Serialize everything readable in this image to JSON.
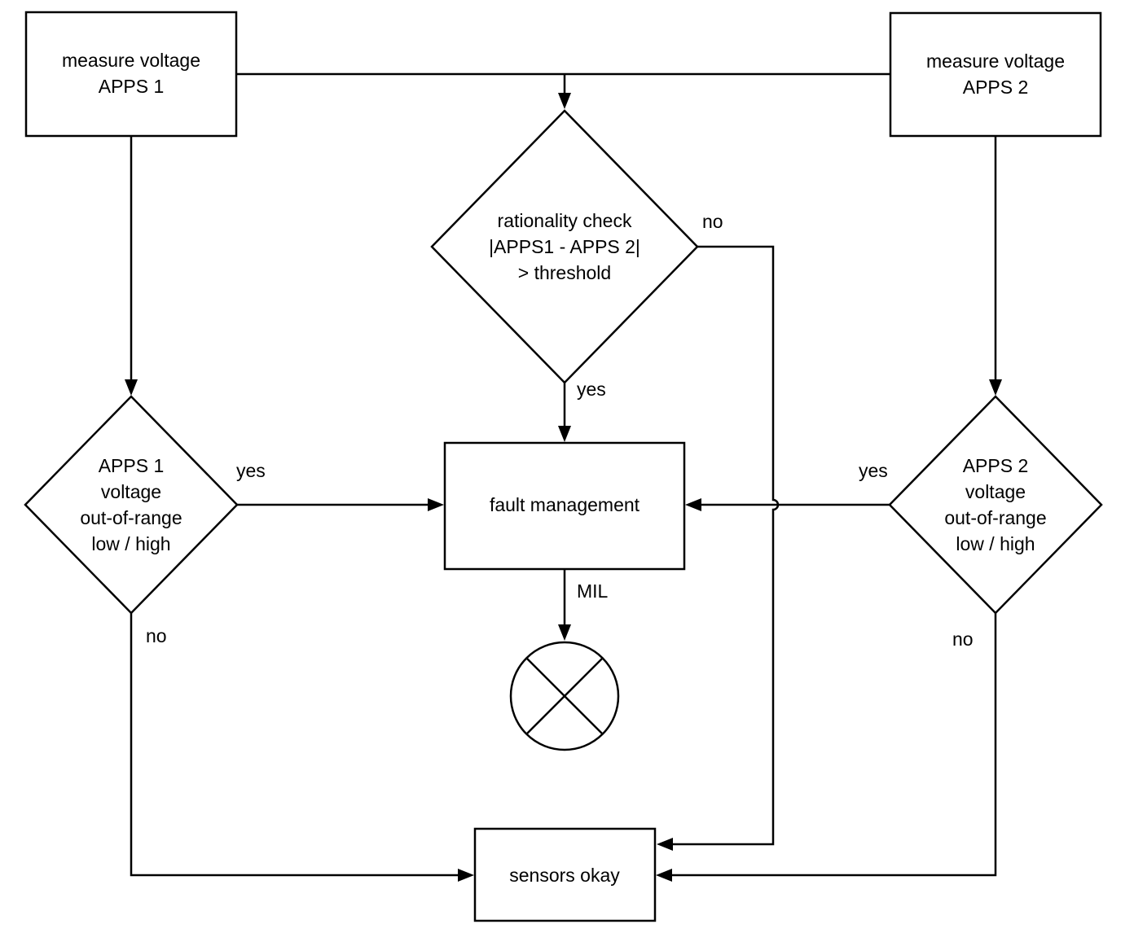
{
  "nodes": {
    "measure_apps1": [
      "measure voltage",
      "APPS 1"
    ],
    "measure_apps2": [
      "measure voltage",
      "APPS 2"
    ],
    "rationality_check": [
      "rationality check",
      "|APPS1 - APPS 2|",
      "> threshold"
    ],
    "apps1_range": [
      "APPS 1",
      "voltage",
      "out-of-range",
      "low / high"
    ],
    "apps2_range": [
      "APPS 2",
      "voltage",
      "out-of-range",
      "low / high"
    ],
    "fault_management": "fault management",
    "sensors_okay": "sensors okay"
  },
  "edge_labels": {
    "rationality_no": "no",
    "rationality_yes": "yes",
    "apps1_yes": "yes",
    "apps1_no": "no",
    "apps2_yes": "yes",
    "apps2_no": "no",
    "mil": "MIL"
  },
  "icons": {
    "mil_lamp": "lamp-x-icon"
  }
}
